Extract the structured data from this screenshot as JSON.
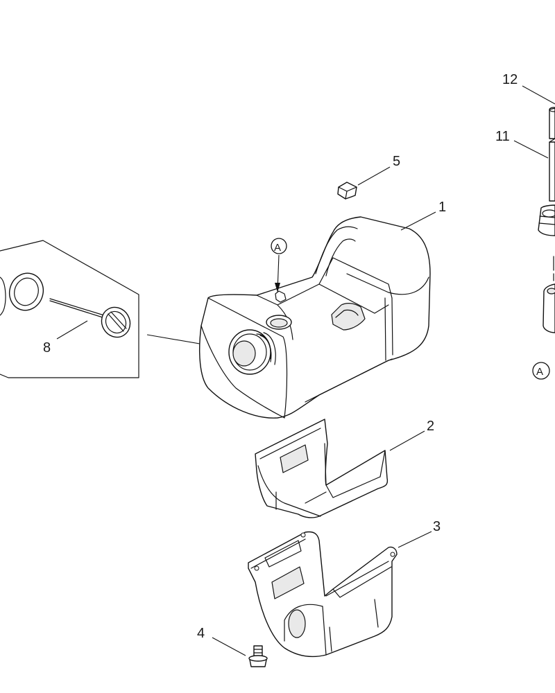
{
  "diagram": {
    "callouts": {
      "c1": "1",
      "c2": "2",
      "c3": "3",
      "c4": "4",
      "c5": "5",
      "c8": "8",
      "c11": "11",
      "c12": "12"
    },
    "reference_marks": {
      "a_tank": "A",
      "a_right": "A"
    }
  }
}
